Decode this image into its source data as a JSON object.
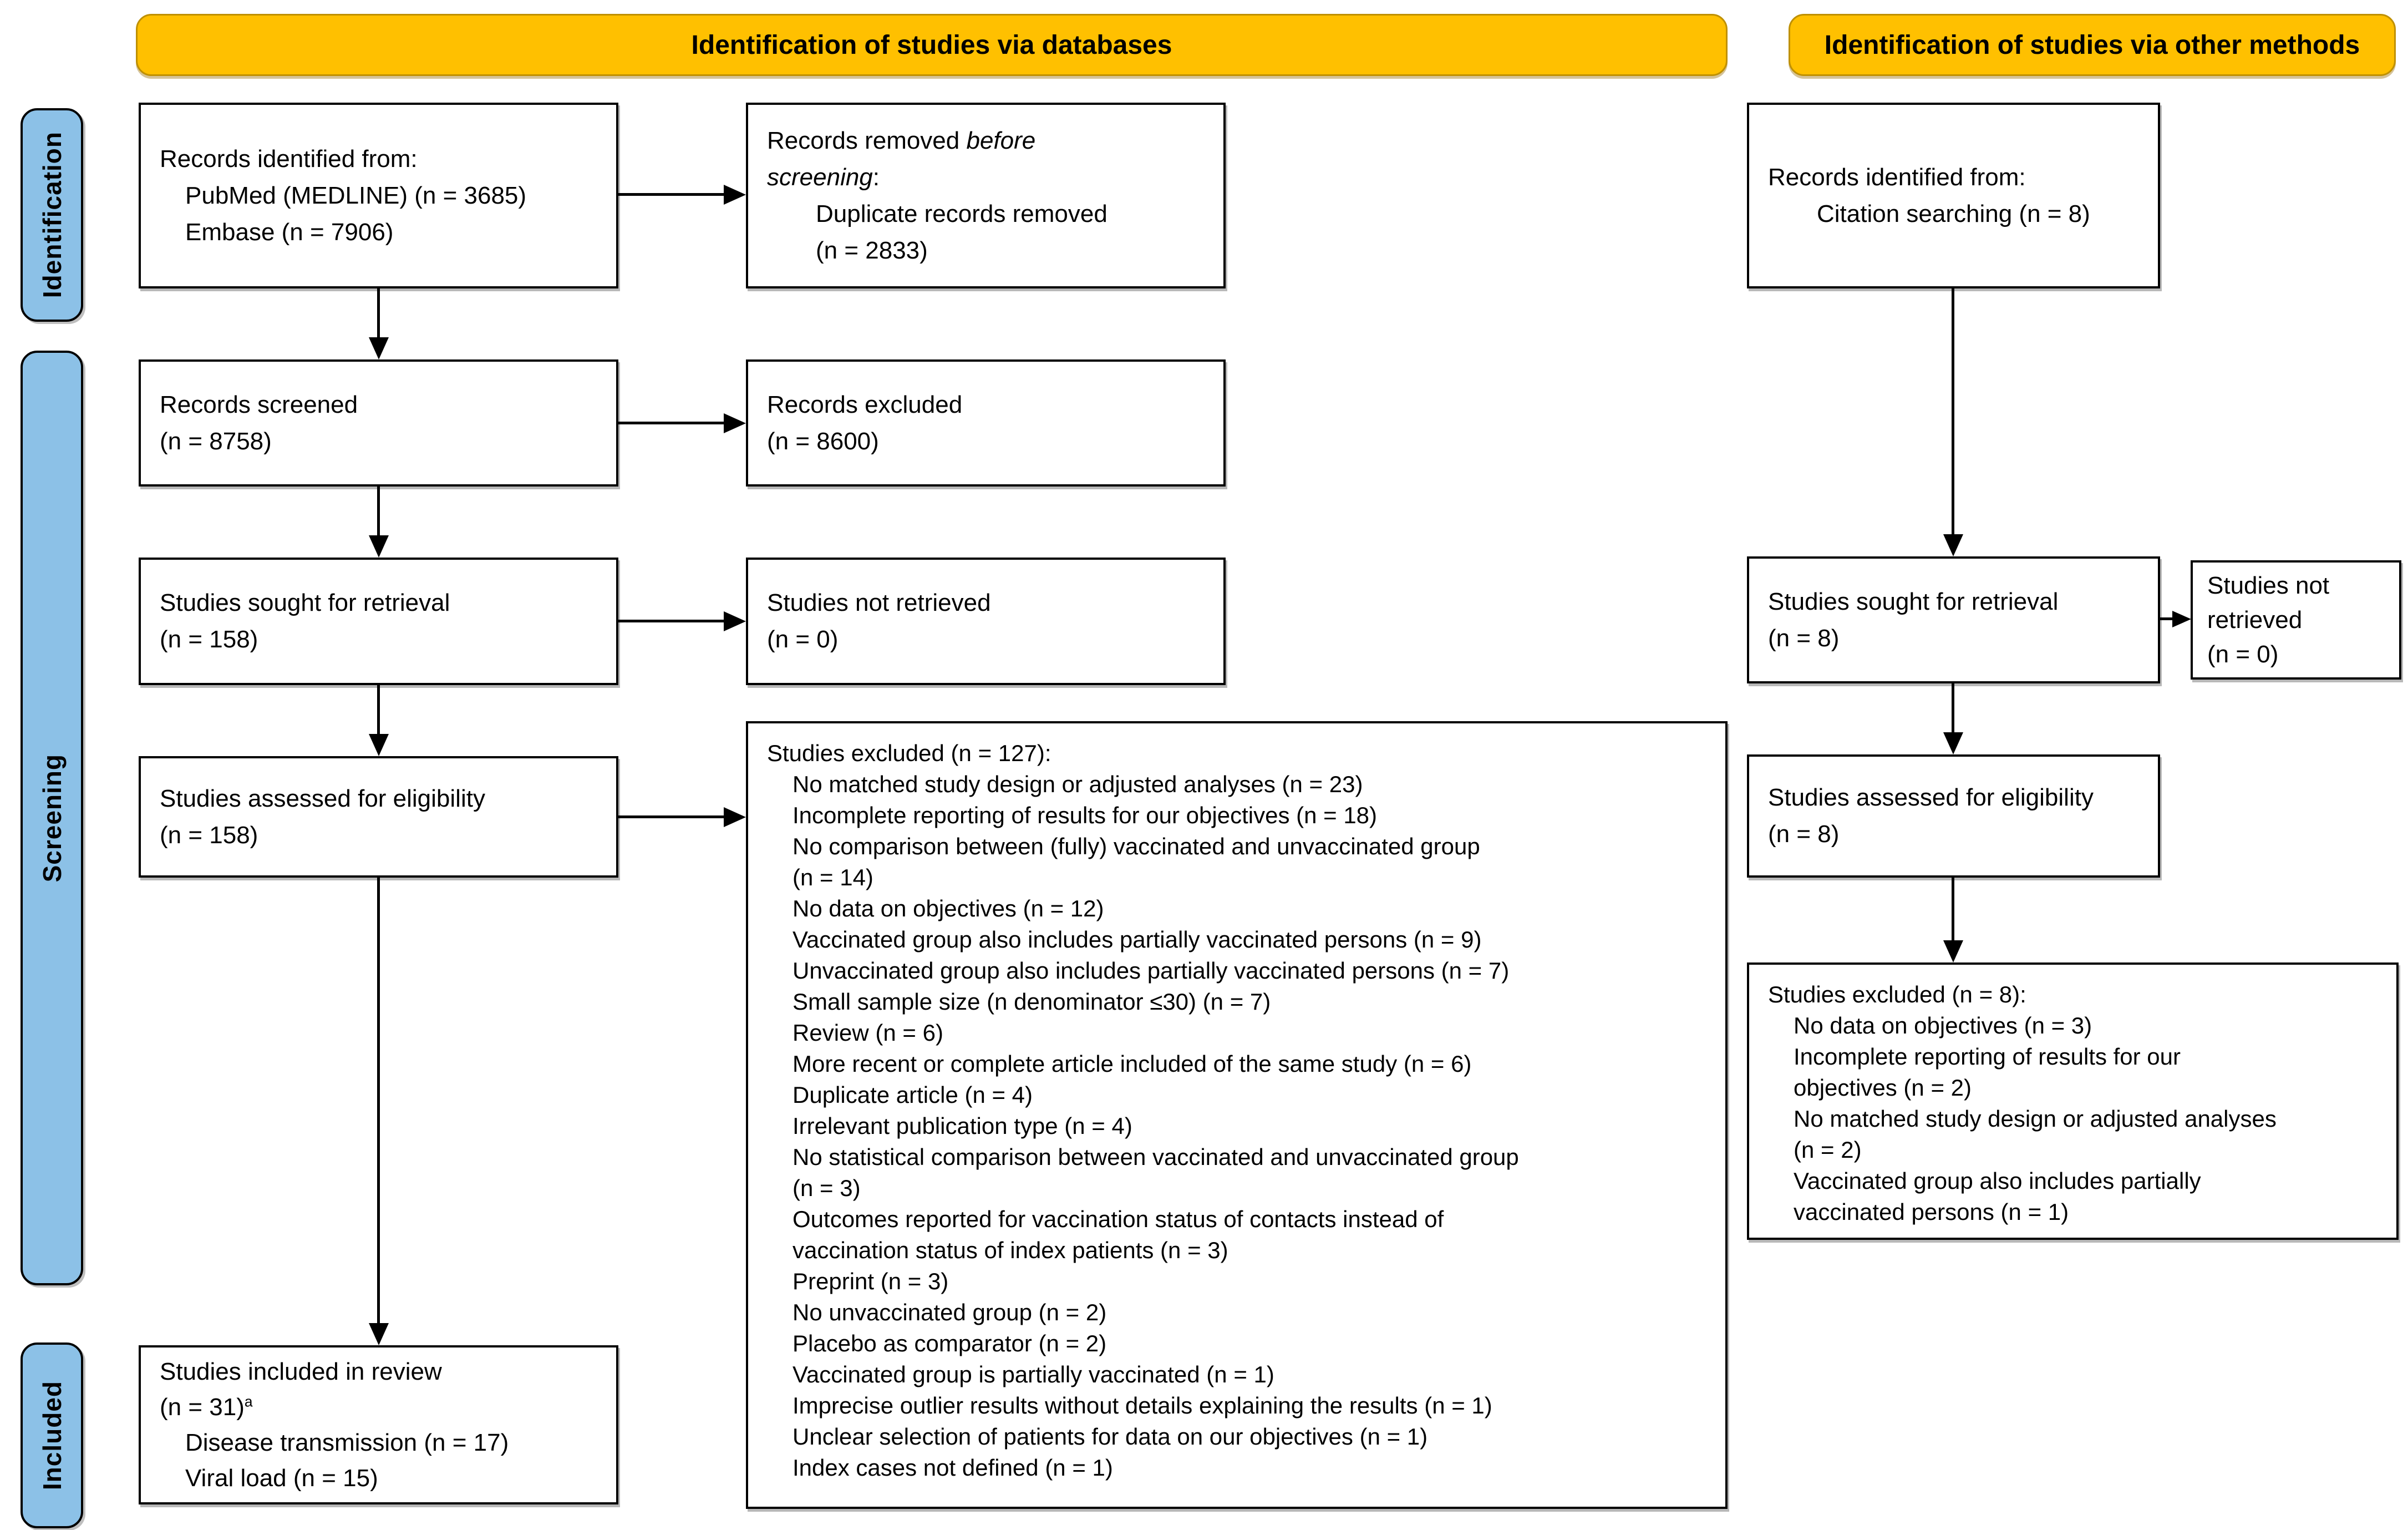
{
  "banners": {
    "left": "Identification of studies via databases",
    "right": "Identification of studies via other methods"
  },
  "sidebar": [
    {
      "label": "Identification"
    },
    {
      "label": "Screening"
    },
    {
      "label": "Included"
    }
  ],
  "colors": {
    "banner_fill": "#FFC000",
    "banner_border": "#BF9000",
    "sidebar_fill": "#8CC1E7",
    "box_border": "#000000",
    "arrow": "#000000"
  },
  "boxes": {
    "db_identified": {
      "lines": [
        {
          "t": "Records identified from:"
        },
        {
          "t": "PubMed (MEDLINE) (n = 3685)",
          "ind": 1
        },
        {
          "t": "Embase (n = 7906)",
          "ind": 1
        }
      ]
    },
    "removed_before": {
      "lines": [
        {
          "parts": [
            {
              "t": "Records removed "
            },
            {
              "t": "before",
              "i": 1
            }
          ]
        },
        {
          "parts": [
            {
              "t": "screening",
              "i": 1
            },
            {
              "t": ":"
            }
          ]
        },
        {
          "t": "Duplicate records removed",
          "ind": 2
        },
        {
          "t": "(n = 2833)",
          "ind": 2
        }
      ]
    },
    "records_screened": {
      "lines": [
        {
          "t": "Records screened"
        },
        {
          "t": "(n = 8758)"
        }
      ]
    },
    "records_excluded": {
      "lines": [
        {
          "t": "Records excluded"
        },
        {
          "t": "(n = 8600)"
        }
      ]
    },
    "sought_db": {
      "lines": [
        {
          "t": "Studies sought for retrieval"
        },
        {
          "t": "(n = 158)"
        }
      ]
    },
    "not_retrieved_db": {
      "lines": [
        {
          "t": "Studies not retrieved"
        },
        {
          "t": "(n = 0)"
        }
      ]
    },
    "assessed_db": {
      "lines": [
        {
          "t": "Studies assessed for eligibility"
        },
        {
          "t": "(n = 158)"
        }
      ]
    },
    "excluded_db": {
      "lines": [
        {
          "t": "Studies excluded (n = 127):"
        },
        {
          "t": "No matched study design or adjusted analyses (n = 23)",
          "ind": 1
        },
        {
          "t": "Incomplete reporting of results for our objectives (n = 18)",
          "ind": 1
        },
        {
          "t": "No comparison between (fully) vaccinated and unvaccinated group",
          "ind": 1
        },
        {
          "t": "(n = 14)",
          "ind": 1
        },
        {
          "t": "No data on objectives (n = 12)",
          "ind": 1
        },
        {
          "t": "Vaccinated group also includes partially vaccinated persons (n = 9)",
          "ind": 1
        },
        {
          "t": "Unvaccinated group also includes partially vaccinated persons (n = 7)",
          "ind": 1
        },
        {
          "t": "Small sample size (n denominator ≤30) (n = 7)",
          "ind": 1
        },
        {
          "t": "Review (n = 6)",
          "ind": 1
        },
        {
          "t": "More recent or complete article included of the same study (n = 6)",
          "ind": 1
        },
        {
          "t": "Duplicate article (n = 4)",
          "ind": 1
        },
        {
          "t": "Irrelevant publication type (n = 4)",
          "ind": 1
        },
        {
          "t": "No statistical comparison between vaccinated and unvaccinated group",
          "ind": 1
        },
        {
          "t": "(n = 3)",
          "ind": 1
        },
        {
          "t": "Outcomes reported for vaccination status of contacts instead of",
          "ind": 1
        },
        {
          "t": "vaccination status of index patients (n = 3)",
          "ind": 1
        },
        {
          "t": "Preprint (n = 3)",
          "ind": 1
        },
        {
          "t": "No unvaccinated group (n = 2)",
          "ind": 1
        },
        {
          "t": "Placebo as comparator (n = 2)",
          "ind": 1
        },
        {
          "t": "Vaccinated group is partially vaccinated (n = 1)",
          "ind": 1
        },
        {
          "t": "Imprecise outlier results without details explaining the results (n = 1)",
          "ind": 1
        },
        {
          "t": "Unclear selection of patients for data on our objectives (n = 1)",
          "ind": 1
        },
        {
          "t": "Index cases not defined (n = 1)",
          "ind": 1
        }
      ]
    },
    "included": {
      "lines": [
        {
          "t": "Studies included in review"
        },
        {
          "t": "(n = 31)",
          "sup": "a"
        },
        {
          "t": "Disease transmission (n = 17)",
          "ind": 1
        },
        {
          "t": "Viral load (n = 15)",
          "ind": 1
        }
      ]
    },
    "other_identified": {
      "lines": [
        {
          "t": "Records identified from:"
        },
        {
          "t": "Citation searching (n = 8)",
          "ind": 2
        }
      ]
    },
    "sought_other": {
      "lines": [
        {
          "t": "Studies sought for retrieval"
        },
        {
          "t": "(n = 8)"
        }
      ]
    },
    "not_retrieved_other": {
      "lines": [
        {
          "t": "Studies not"
        },
        {
          "t": "retrieved"
        },
        {
          "t": "(n = 0)"
        }
      ]
    },
    "assessed_other": {
      "lines": [
        {
          "t": "Studies assessed for eligibility"
        },
        {
          "t": "(n = 8)"
        }
      ]
    },
    "excluded_other": {
      "lines": [
        {
          "t": "Studies excluded (n = 8):"
        },
        {
          "t": "No data on objectives (n = 3)",
          "ind": 1
        },
        {
          "t": "Incomplete reporting of results for our",
          "ind": 1
        },
        {
          "t": "objectives (n = 2)",
          "ind": 1
        },
        {
          "t": "No matched study design or adjusted analyses",
          "ind": 1
        },
        {
          "t": "(n = 2)",
          "ind": 1
        },
        {
          "t": "Vaccinated group also includes partially",
          "ind": 1
        },
        {
          "t": "vaccinated persons (n = 1)",
          "ind": 1
        }
      ]
    }
  }
}
